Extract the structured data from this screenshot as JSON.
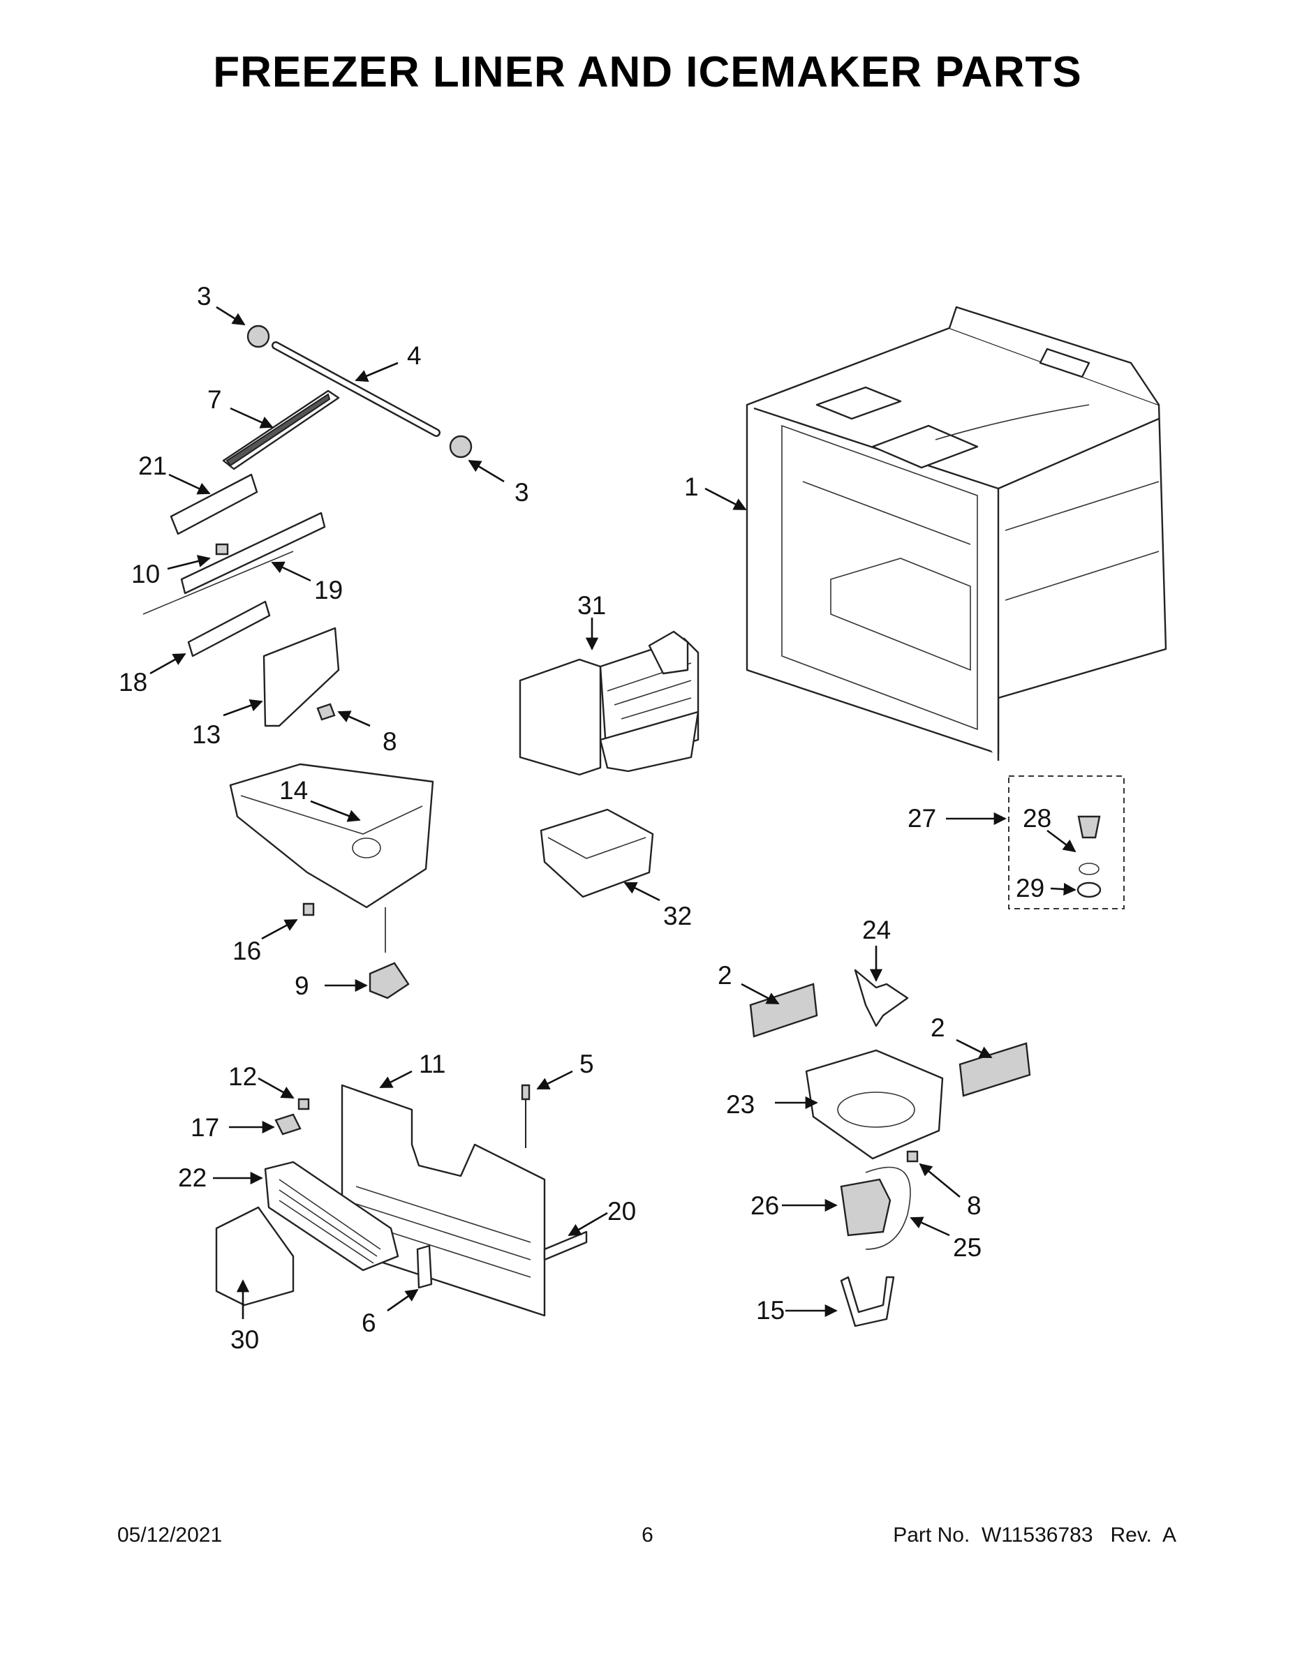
{
  "title": "FREEZER LINER AND ICEMAKER PARTS",
  "callouts": {
    "c1": "1",
    "c2a": "2",
    "c2b": "2",
    "c3a": "3",
    "c3b": "3",
    "c4": "4",
    "c5": "5",
    "c6": "6",
    "c7": "7",
    "c8a": "8",
    "c8b": "8",
    "c9": "9",
    "c10": "10",
    "c11": "11",
    "c12": "12",
    "c13": "13",
    "c14": "14",
    "c15": "15",
    "c16": "16",
    "c17": "17",
    "c18": "18",
    "c19": "19",
    "c20": "20",
    "c21": "21",
    "c22": "22",
    "c23": "23",
    "c24": "24",
    "c25": "25",
    "c26": "26",
    "c27": "27",
    "c28": "28",
    "c29": "29",
    "c30": "30",
    "c31": "31",
    "c32": "32"
  },
  "footer": {
    "date": "05/12/2021",
    "page": "6",
    "part_number": "Part No.  W11536783   Rev.  A"
  }
}
